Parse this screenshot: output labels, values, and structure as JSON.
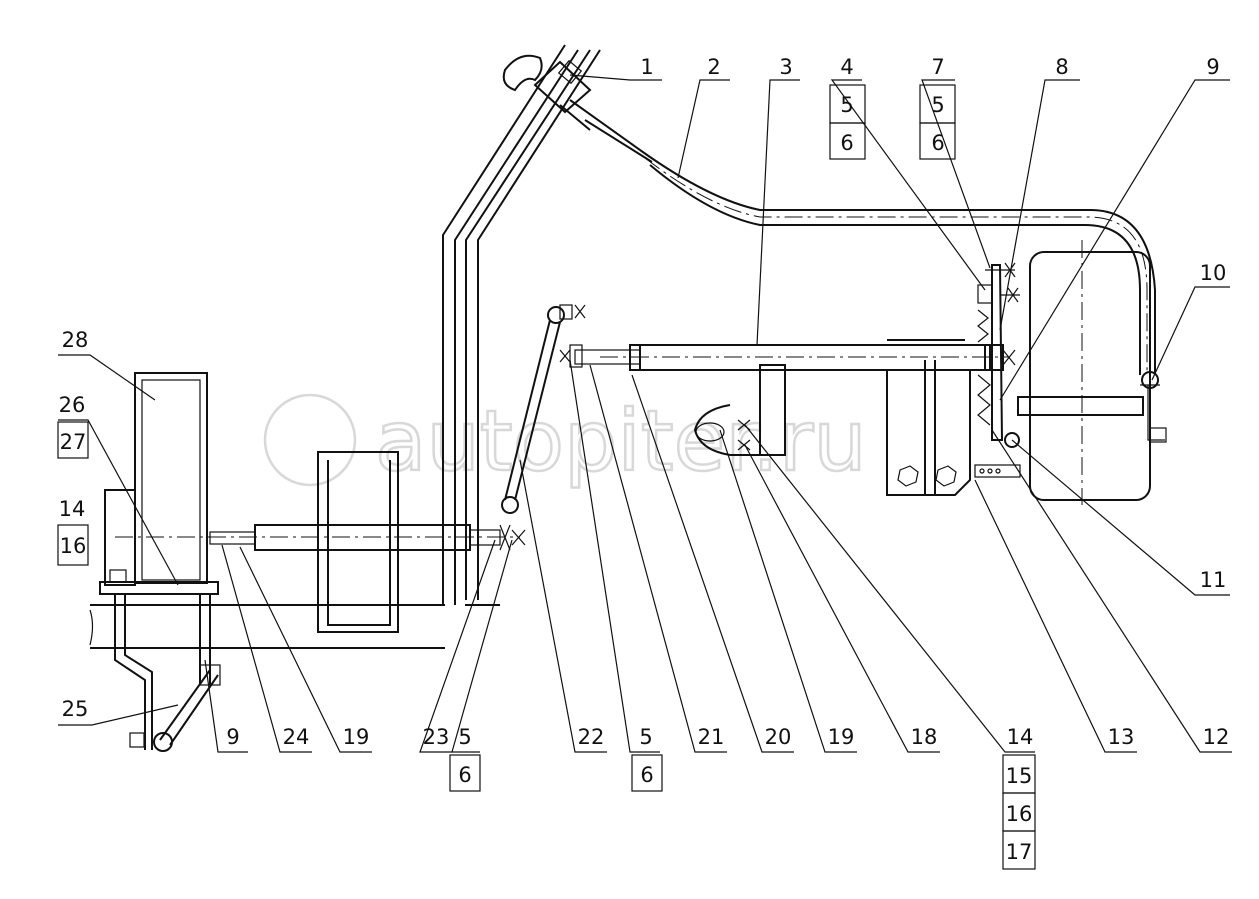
{
  "diagram": {
    "title": "Linkage assembly drawing",
    "watermark": "autopiter.ru",
    "labels": {
      "l1": "1",
      "l2": "2",
      "l3": "3",
      "l4": "4",
      "l4a": "5",
      "l4b": "6",
      "l7": "7",
      "l7a": "5",
      "l7b": "6",
      "l8": "8",
      "l9t": "9",
      "l10": "10",
      "l11": "11",
      "l28": "28",
      "l26": "26",
      "l27": "27",
      "l14l": "14",
      "l16l": "16",
      "l25": "25",
      "b9": "9",
      "b24": "24",
      "b19a": "19",
      "b23": "23",
      "b5a": "5",
      "b6a": "6",
      "b22": "22",
      "b5b": "5",
      "b6b": "6",
      "b21": "21",
      "b20": "20",
      "b19b": "19",
      "b18": "18",
      "b14": "14",
      "b15": "15",
      "b16": "16",
      "b17": "17",
      "b13": "13",
      "b12": "12"
    }
  }
}
